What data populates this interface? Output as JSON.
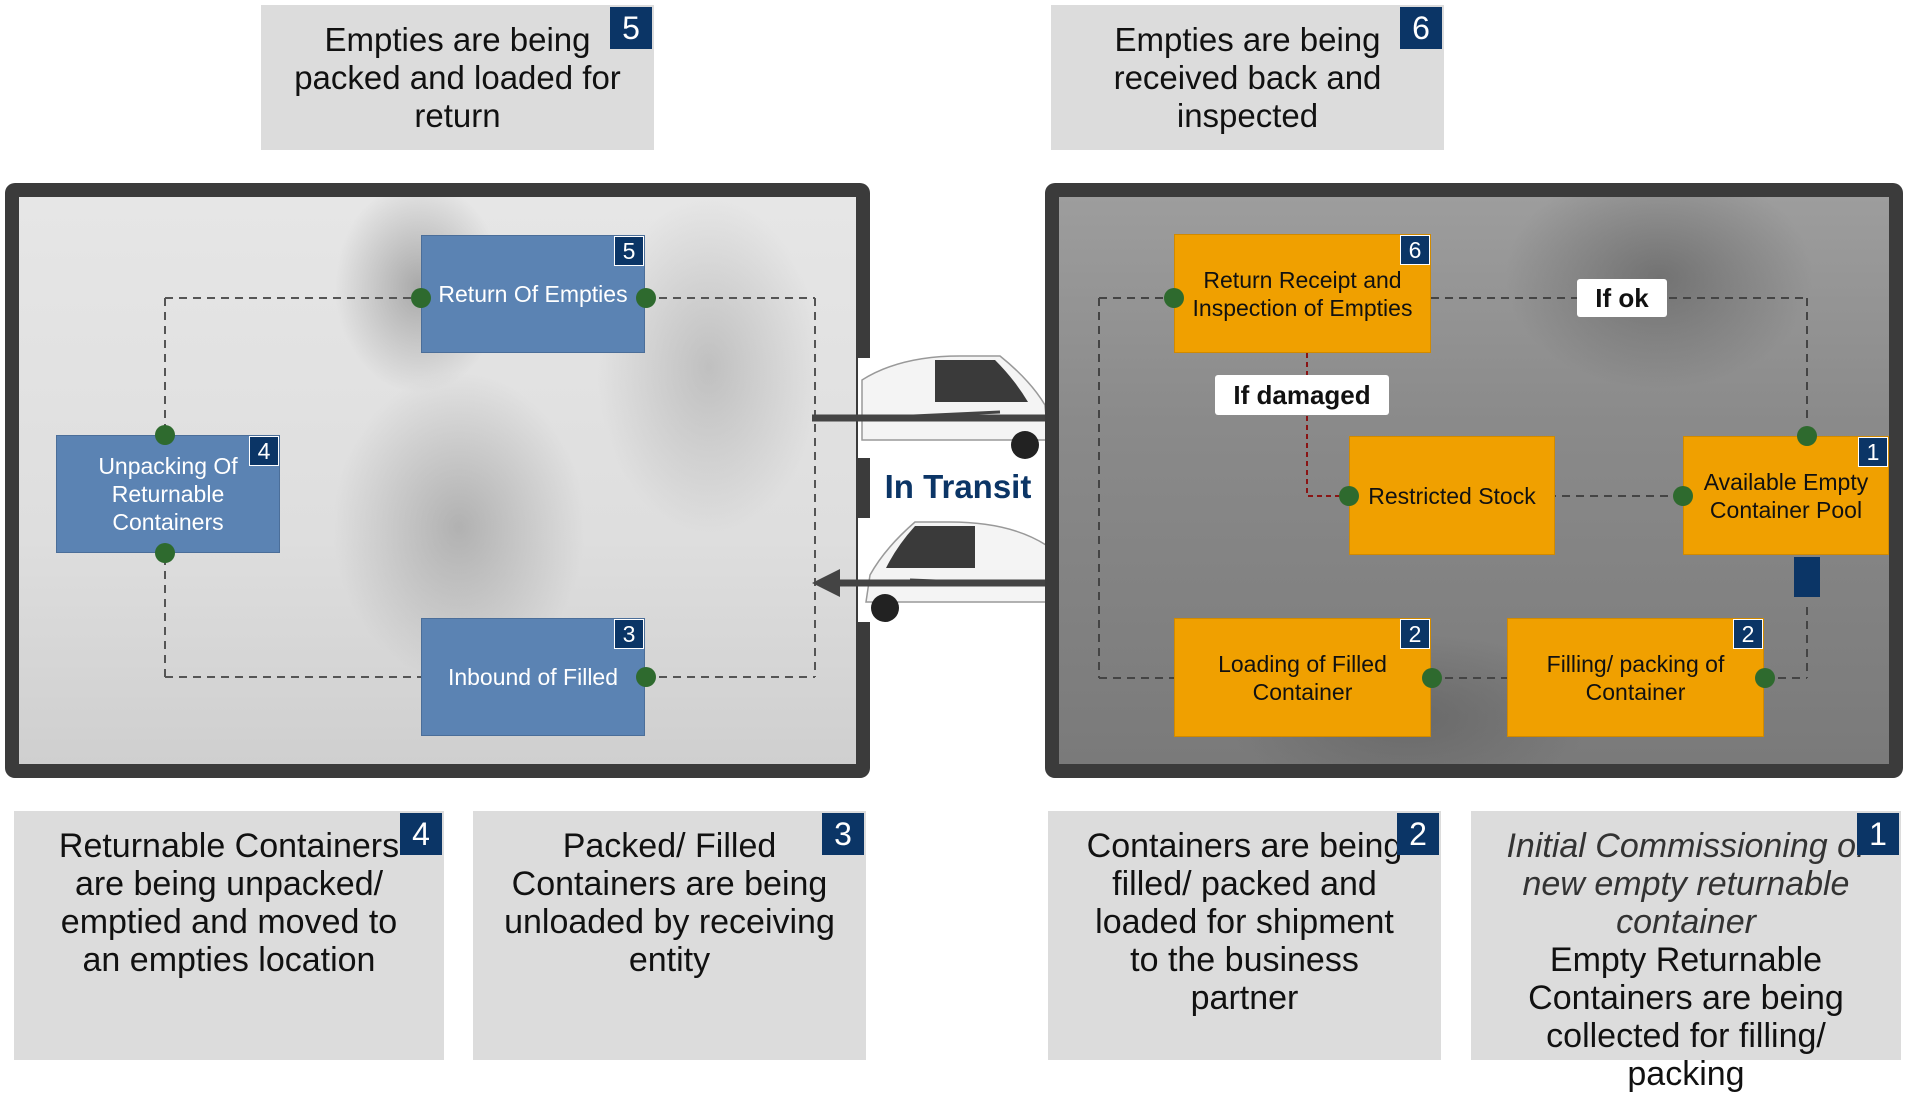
{
  "top_cards": [
    {
      "text": "Empties are being packed and loaded for return",
      "badge": "5"
    },
    {
      "text": "Empties are being received back and inspected",
      "badge": "6"
    }
  ],
  "left_process": {
    "return_of_empties": {
      "label": "Return Of Empties",
      "badge": "5"
    },
    "unpacking": {
      "label": "Unpacking Of Returnable Containers",
      "badge": "4"
    },
    "inbound_filled": {
      "label": "Inbound of Filled",
      "badge": "3"
    }
  },
  "right_process": {
    "return_receipt": {
      "label": "Return Receipt and Inspection of Empties",
      "badge": "6"
    },
    "restricted_stock": {
      "label": "Restricted Stock"
    },
    "available_pool": {
      "label": "Available Empty Container Pool",
      "badge": "1"
    },
    "loading_filled": {
      "label": "Loading of Filled Container",
      "badge": "2"
    },
    "filling_packing": {
      "label": "Filling/ packing of Container",
      "badge": "2"
    }
  },
  "tags": {
    "if_ok": "If ok",
    "if_damaged": "If damaged"
  },
  "transit_label": "In Transit",
  "bottom_cards": [
    {
      "text": "Returnable Containers are being unpacked/ emptied and moved to an empties location",
      "badge": "4"
    },
    {
      "text": "Packed/ Filled Containers are being unloaded by receiving entity",
      "badge": "3"
    },
    {
      "text": "Containers are being filled/ packed and loaded for shipment to the business partner",
      "badge": "2"
    },
    {
      "italic_text": "Initial Commissioning of new empty returnable container",
      "text": "Empty Returnable Containers are being collected for filling/ packing",
      "badge": "1"
    }
  ],
  "colors": {
    "badge": "#0b3566",
    "blue_box": "#5b83b3",
    "orange_box": "#f0a000",
    "connector_dot": "#2e6a2e",
    "card": "#dcdcdc",
    "panel_border": "#3b3b3b"
  }
}
